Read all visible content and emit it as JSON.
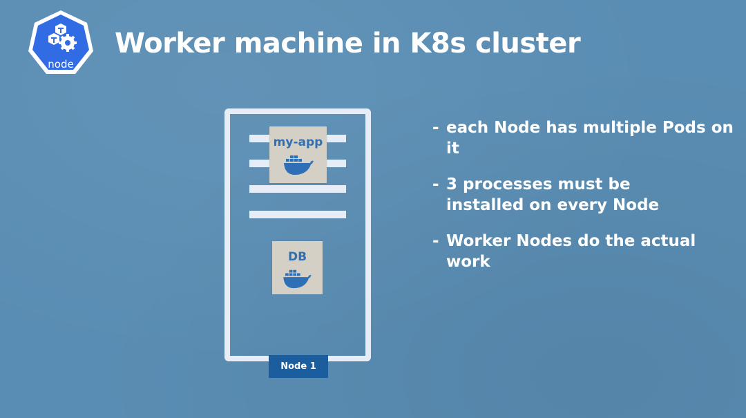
{
  "logo": {
    "label": "node",
    "icon": "kubernetes-node-icon"
  },
  "title": "Worker machine in K8s cluster",
  "node": {
    "label": "Node 1",
    "pods": [
      {
        "label": "my-app",
        "icon": "docker-whale-icon"
      },
      {
        "label": "DB",
        "icon": "docker-whale-icon"
      }
    ]
  },
  "bullets": [
    "each Node has multiple Pods on it",
    "3 processes must be installed on every Node",
    "Worker Nodes do the actual work"
  ],
  "colors": {
    "background": "#5a8db3",
    "logo_blue": "#326ce5",
    "node_label_bg": "#1c5d9e",
    "pod_bg": "#d4d0c6",
    "pod_text": "#2f6fb5"
  }
}
